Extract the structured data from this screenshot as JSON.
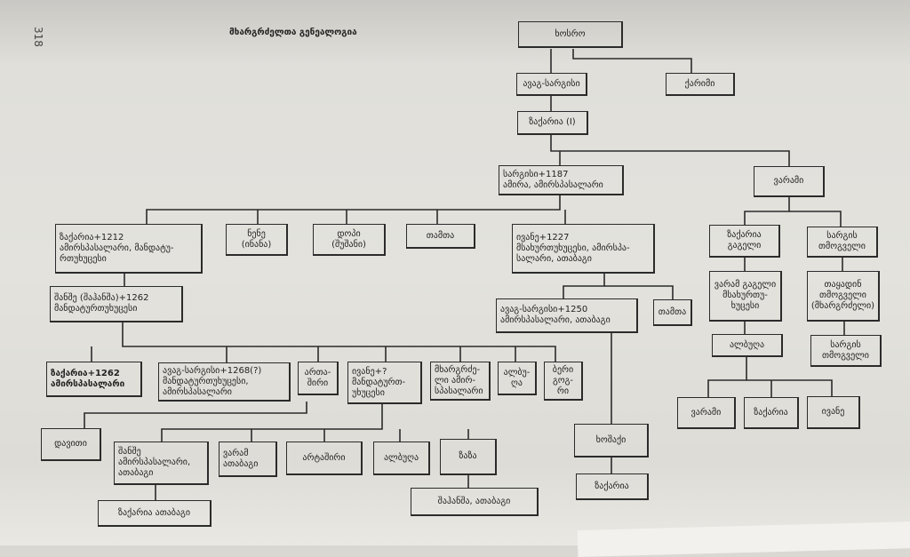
{
  "page_number": "318",
  "title": "მხარგრძელთა გენეალოგია",
  "nodes": {
    "khosro": [
      "ხოსრო"
    ],
    "avag_sargisi": [
      "ავაგ-სარგისი"
    ],
    "kurami": [
      "ქარიმი"
    ],
    "zakaria1": [
      "ზაქარია (I)"
    ],
    "sargisi1187": [
      "სარგისი+1187",
      "ამირა, ამირსპასალარი"
    ],
    "varami": [
      "ვარამი"
    ],
    "zakaria1212": [
      "ზაქარია+1212",
      "ამირსპასალარი, მანდატუ-",
      "რთუხუცესი"
    ],
    "neno": [
      "ნენე",
      "(ინანა)"
    ],
    "dopi": [
      "დოპი",
      "(შუშანი)"
    ],
    "tamta1": [
      "თამთა"
    ],
    "ivane1227": [
      "ივანე+1227",
      "მსახურთუხუცესი, ამირსპა-",
      "სალარი, ათაბაგი"
    ],
    "zakaria_gageli": [
      "ზაქარია",
      "გაგელი"
    ],
    "sargis_tmogveli": [
      "სარგის",
      "თმოგველი"
    ],
    "shanshe1262": [
      "შანშე (შაჰანშა)+1262",
      "მანდატურთუხუცესი"
    ],
    "avag1250": [
      "ავაგ-სარგისი+1250",
      "ამირსპასალარი, ათაბაგი"
    ],
    "tamta2": [
      "თამთა"
    ],
    "varam_gageli": [
      "ვარამ გაგელი",
      "მსახურთუ-",
      "ხუცესი"
    ],
    "tayadin": [
      "თაყადინ",
      "თმოგველი",
      "(მხარგრძელი)"
    ],
    "zakaria1262": [
      "ზაქარია+1262",
      "ამირსპასალარი"
    ],
    "avag1268": [
      "ავაგ-სარგისი+1268(?)",
      "მანდატურთუხუცესი,",
      "ამირსპასალარი"
    ],
    "artashiri1": [
      "ართა-",
      "შირი"
    ],
    "ivane_q": [
      "ივანე+?",
      "მანდატურთ-",
      "უხუცესი"
    ],
    "mkhargrdzeli": [
      "მხარგრძე-",
      "ლი ამირ-",
      "სპასალარი"
    ],
    "abuga1": [
      "ალბუ-",
      "ღა"
    ],
    "beri_gogri": [
      "ბერი",
      "გოგ-",
      "რი"
    ],
    "abuga2": [
      "ალბუღა"
    ],
    "sargis_tmogveli2": [
      "სარგის",
      "თმოგველი"
    ],
    "davit": [
      "დავითი"
    ],
    "shanshe_amir": [
      "შანშე",
      "ამირსპასალარი,",
      "ათაბაგი"
    ],
    "varam_atabagi": [
      "ვარამ",
      "ათაბაგი"
    ],
    "artashiri2": [
      "არტაშირი"
    ],
    "abuga3": [
      "ალბუღა"
    ],
    "zaza": [
      "ზაზა"
    ],
    "khoshaki": [
      "ხოშაქი"
    ],
    "varami2": [
      "ვარამი"
    ],
    "zakaria_x": [
      "ზაქარია"
    ],
    "ivane_x": [
      "ივანე"
    ],
    "zakaria_atabagi": [
      "ზაქარია ათაბაგი"
    ],
    "shahansha_atabagi": [
      "შაჰანშა, ათაბაგი"
    ],
    "zakaria_y": [
      "ზაქარია"
    ]
  }
}
